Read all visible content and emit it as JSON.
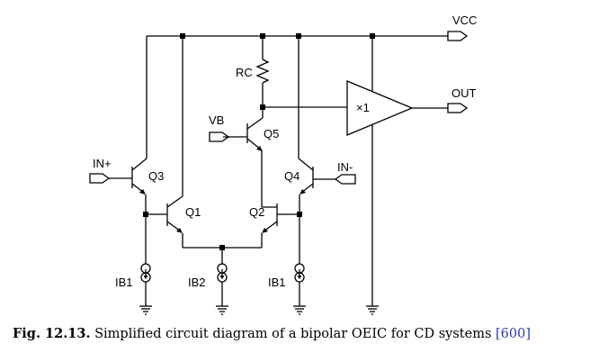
{
  "labels": {
    "vcc": "VCC",
    "rc": "RC",
    "vb": "VB",
    "q5": "Q5",
    "out": "OUT",
    "buffer_gain": "×1",
    "in_plus": "IN+",
    "in_minus": "IN-",
    "q3": "Q3",
    "q4": "Q4",
    "q1": "Q1",
    "q2": "Q2",
    "ib1_left": "IB1",
    "ib2": "IB2",
    "ib1_right": "IB1"
  },
  "caption": {
    "label": "Fig. 12.13.",
    "text": "Simplified circuit diagram of a bipolar OEIC for CD systems",
    "ref": "[600]"
  }
}
